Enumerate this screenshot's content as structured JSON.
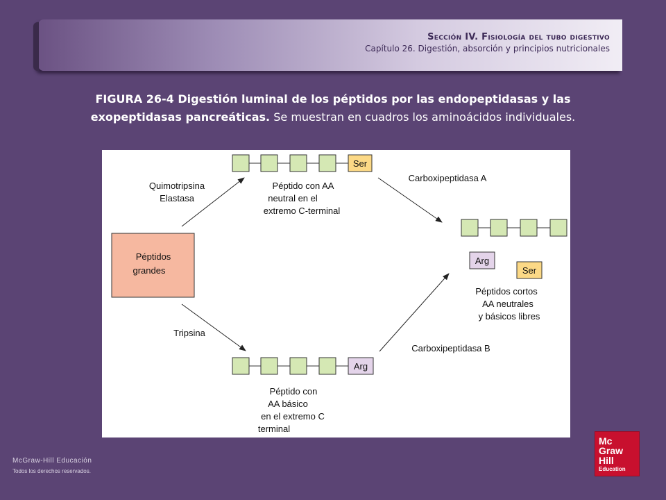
{
  "header": {
    "section": "Sección IV.  Fisiología del tubo digestivo",
    "chapter": "Capítulo 26.  Digestión, absorción y principios nutricionales"
  },
  "caption": {
    "bold": "FIGURA 26-4 Digestión luminal de los péptidos por las endopeptidasas y las exopeptidasas pancreáticas.",
    "normal": "Se muestran en cuadros los aminoácidos individuales."
  },
  "diagram": {
    "source_box": [
      "Péptidos",
      "grandes"
    ],
    "enzyme_top": [
      "Quimotripsina",
      "Elastasa"
    ],
    "enzyme_bottom": "Tripsina",
    "top_chain_end": "Ser",
    "top_chain_label": [
      "Péptido con AA",
      "neutral en el",
      "extremo C-terminal"
    ],
    "bottom_chain_end": "Arg",
    "bottom_chain_label": [
      "Péptido con",
      "AA básico",
      "en el extremo C",
      "terminal"
    ],
    "carboxy_a": "Carboxipeptidasa A",
    "carboxy_b": "Carboxipeptidasa B",
    "free_arg": "Arg",
    "free_ser": "Ser",
    "products_label": [
      "Péptidos cortos",
      "AA neutrales",
      "y básicos libres"
    ],
    "colors": {
      "residue": "#d5e8b4",
      "ser": "#fcd986",
      "arg": "#e4d4ea",
      "source": "#f6b8a0"
    }
  },
  "footer": {
    "publisher": "McGraw-Hill Educación",
    "rights": "Todos los derechos reservados."
  },
  "logo": {
    "line1": "Mc",
    "line2": "Graw",
    "line3": "Hill",
    "line4": "Education"
  }
}
